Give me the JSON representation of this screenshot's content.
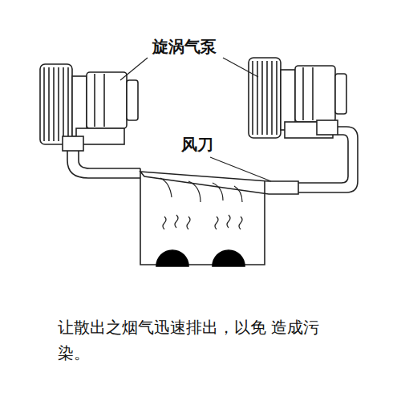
{
  "diagram": {
    "caption": "让散出之烟气迅速排出，以免 造成污染。",
    "labels": [
      "旋涡气泵",
      "风刀"
    ]
  }
}
